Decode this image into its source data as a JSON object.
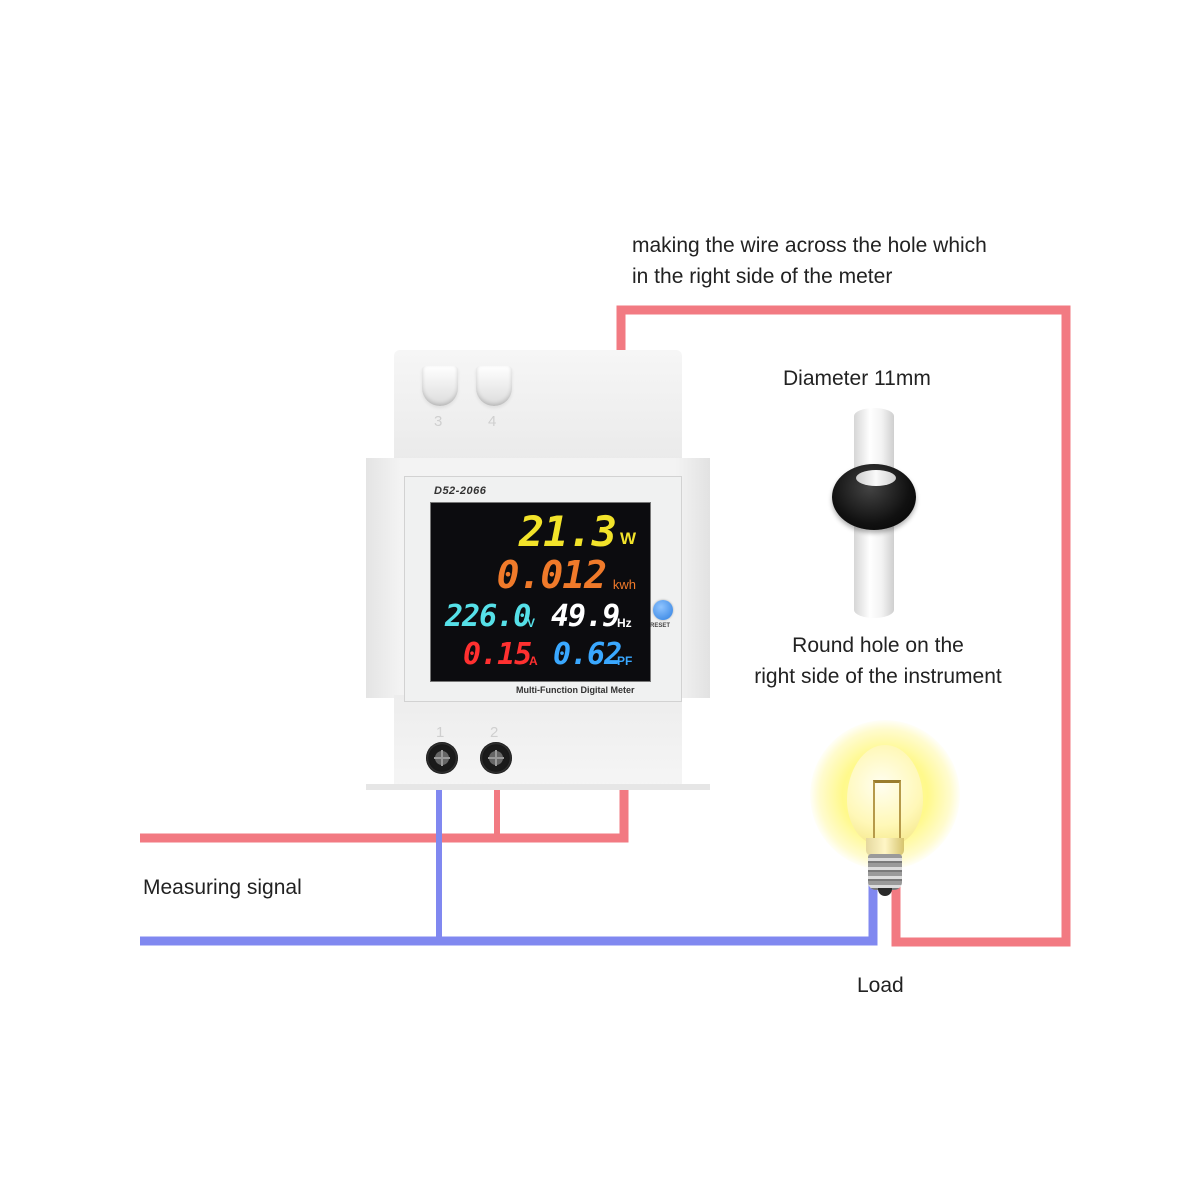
{
  "annotations": {
    "wire_note_line1": "making the wire across the hole which",
    "wire_note_line2": "in the right side of the meter",
    "diameter": "Diameter 11mm",
    "hole_line1": "Round hole on the",
    "hole_line2": "right side of the instrument",
    "measuring_signal": "Measuring signal",
    "load": "Load"
  },
  "meter": {
    "model": "D52-2066",
    "caption": "Multi-Function Digital Meter",
    "reset_label": "RESET",
    "terminals_top": [
      "3",
      "4"
    ],
    "terminals_bottom": [
      "1",
      "2"
    ],
    "readings": {
      "power": {
        "value": "21.3",
        "unit": "W",
        "color": "#f2e32a"
      },
      "energy": {
        "value": "0.012",
        "unit": "kwh",
        "color": "#f07a2a"
      },
      "voltage": {
        "value": "226.0",
        "unit": "V",
        "color": "#56e0e8"
      },
      "frequency": {
        "value": "49.9",
        "unit": "Hz",
        "color": "#ffffff"
      },
      "current": {
        "value": "0.15",
        "unit": "A",
        "color": "#ff3030"
      },
      "power_factor": {
        "value": "0.62",
        "unit": "PF",
        "color": "#3aa8ff"
      }
    }
  },
  "colors": {
    "live_wire": "#f27a82",
    "neutral_wire": "#8088f0",
    "screen_bg": "#0c0c0f"
  }
}
